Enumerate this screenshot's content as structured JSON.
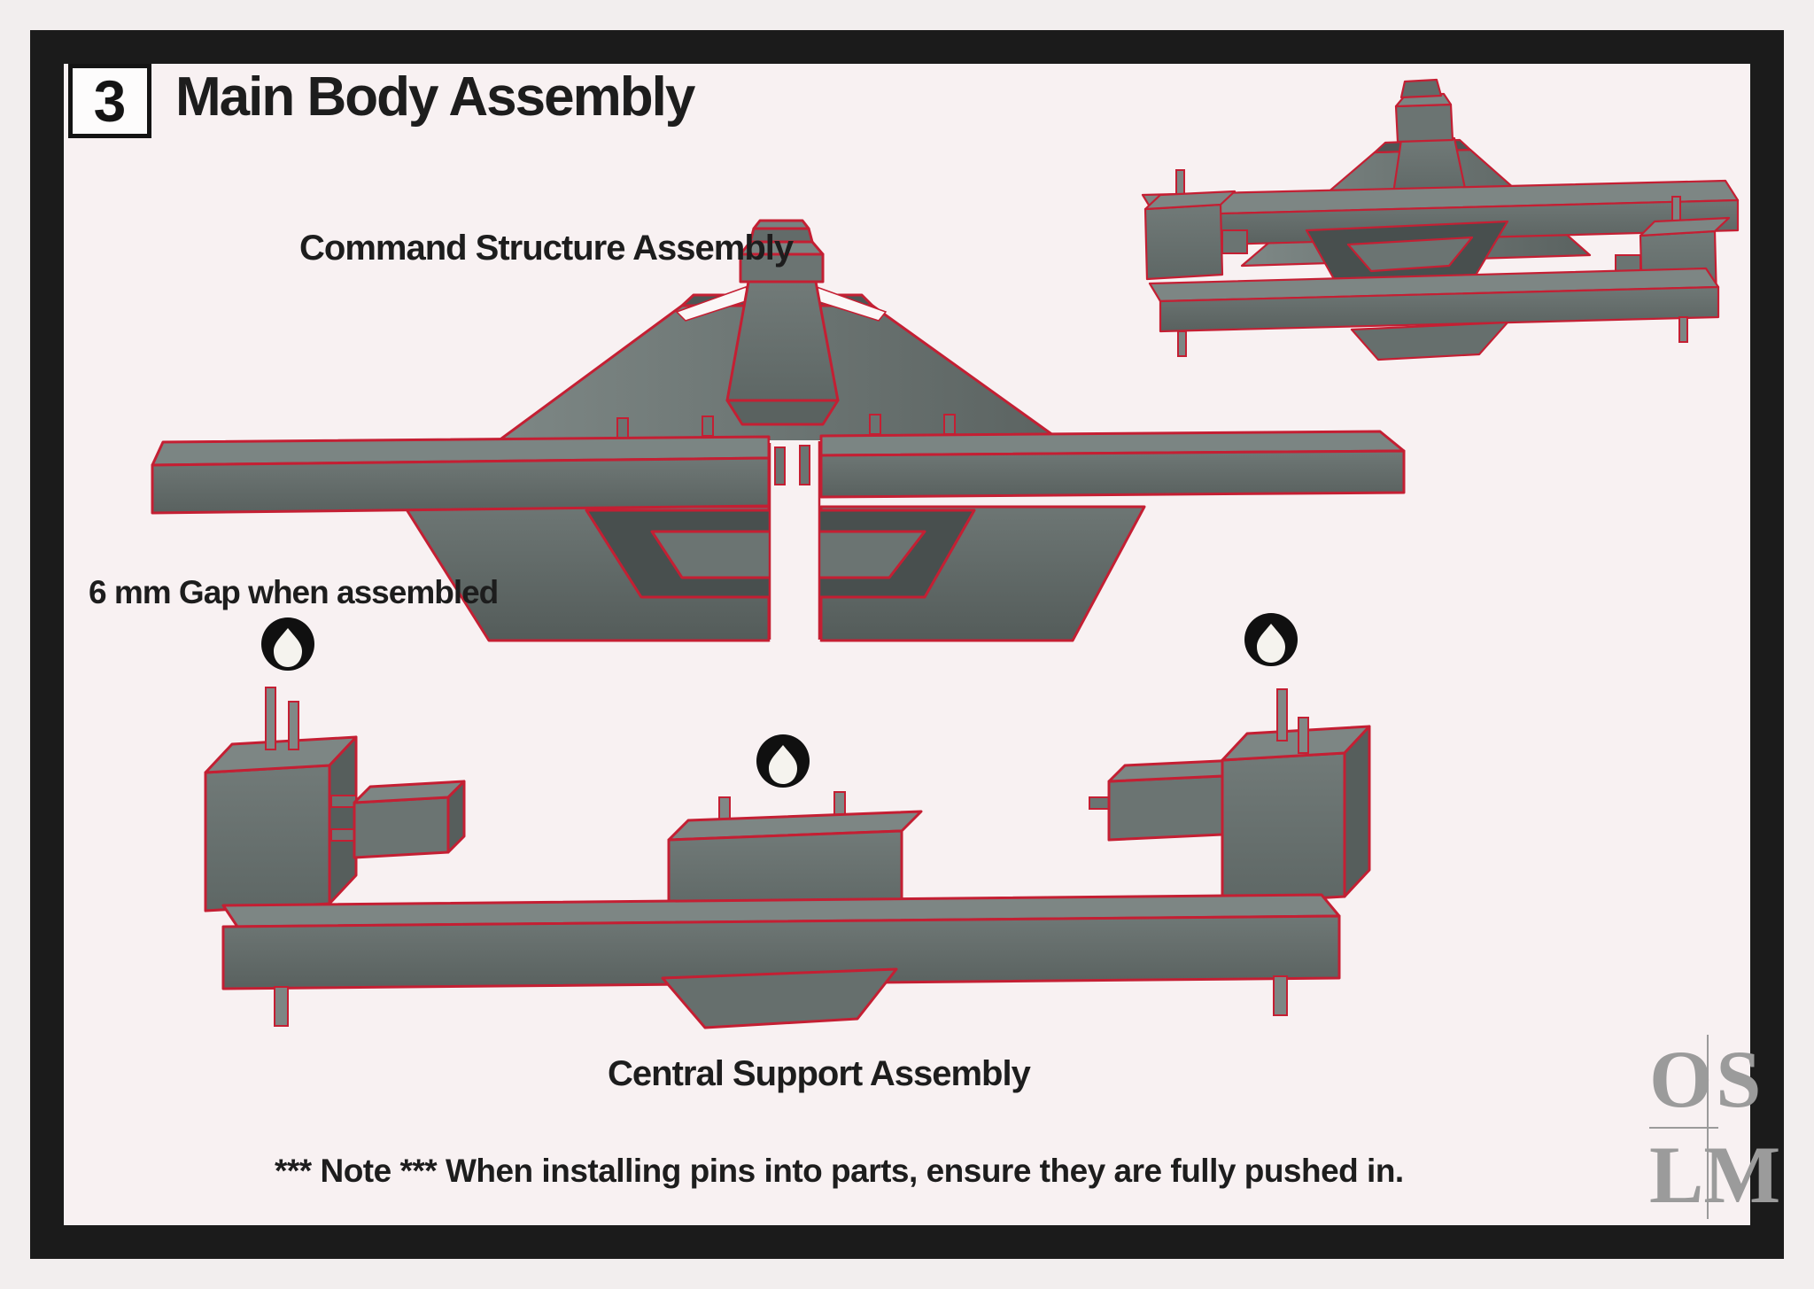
{
  "step": {
    "number": "3"
  },
  "title": "Main Body Assembly",
  "labels": {
    "command_structure": "Command Structure Assembly",
    "gap": "6 mm Gap when assembled",
    "central_support": "Central Support Assembly"
  },
  "note": "*** Note *** When installing pins into parts, ensure they are fully pushed in.",
  "logo": {
    "letters": [
      "O",
      "S",
      "L",
      "M"
    ]
  },
  "icons": {
    "glue_drop": "glue-drop"
  },
  "colors": {
    "page_background": "#f2eeee",
    "panel_background": "#f8f1f2",
    "frame": "#1b1b1b",
    "part_gray": "#6b7472",
    "part_light": "#7d8684",
    "part_dark": "#565e5c",
    "part_inner": "#484f4e",
    "outline_red": "#c41f33",
    "text": "#1d1d1d",
    "logo_gray": "#9b9b9b",
    "glue_icon_bg": "#101010"
  }
}
